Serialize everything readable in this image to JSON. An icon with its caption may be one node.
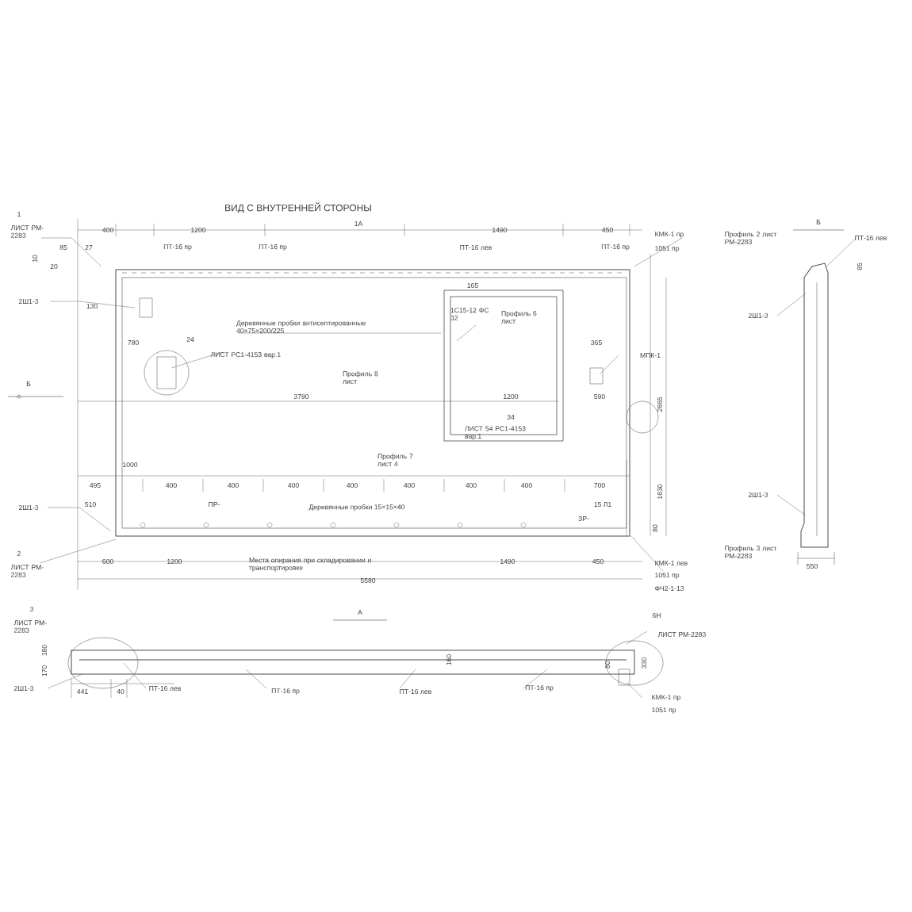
{
  "diagram": {
    "title": "ВИД С ВНУТРЕННЕЙ СТОРОНЫ",
    "labels": [
      "1",
      "ЛИСТ РМ-2283",
      "400",
      "1200",
      "1А",
      "1490",
      "450",
      "КМК-1 пр",
      "85",
      "27",
      "10",
      "20",
      "ПТ-16 пр",
      "ПТ-16 пр",
      "ПТ-16 лев",
      "ПТ-16 пр",
      "1051 пр",
      "2Ш1-3",
      "130",
      "780",
      "24",
      "ЛИСТ РС1-4153 вар.1",
      "Б",
      "3790",
      "Деревянные пробки антисептированные 40×75×200/225",
      "165",
      "1С15-12 ФС 32",
      "Профиль 6 лист",
      "Профиль 8 лист",
      "365",
      "МПК-1",
      "1200",
      "590",
      "2665",
      "34",
      "ЛИСТ 54 РС1-4153 вар.1",
      "Профиль 7 лист 4",
      "1000",
      "495",
      "400",
      "400",
      "400",
      "400",
      "400",
      "400",
      "400",
      "700",
      "ПР-",
      "Деревянные пробки 15×15×40",
      "15 Л1",
      "ЗР-",
      "1630",
      "80",
      "2Ш1-3",
      "510",
      "2",
      "ЛИСТ РМ-2283",
      "600",
      "1200",
      "Места опирания при складировании и транспортировке",
      "1490",
      "450",
      "5580",
      "КМК-1 лев",
      "1051 пр",
      "ФЧ2-1-13",
      "А",
      "3",
      "ЛИСТ РМ-2283",
      "180",
      "170",
      "2Ш1-3",
      "441",
      "40",
      "ПТ-16 лев",
      "ПТ-16 пр",
      "ПТ-16 лев",
      "ПТ-16 пр",
      "160",
      "6Н",
      "ЛИСТ РМ-2283",
      "80",
      "330",
      "КМК-1 пр",
      "1051 пр",
      "Б",
      "Профиль 2 лист РМ-2283",
      "ПТ-16 лев",
      "85",
      "2Ш1-3",
      "2Ш1-3",
      "Профиль 3 лист РМ-2283",
      "550"
    ]
  }
}
